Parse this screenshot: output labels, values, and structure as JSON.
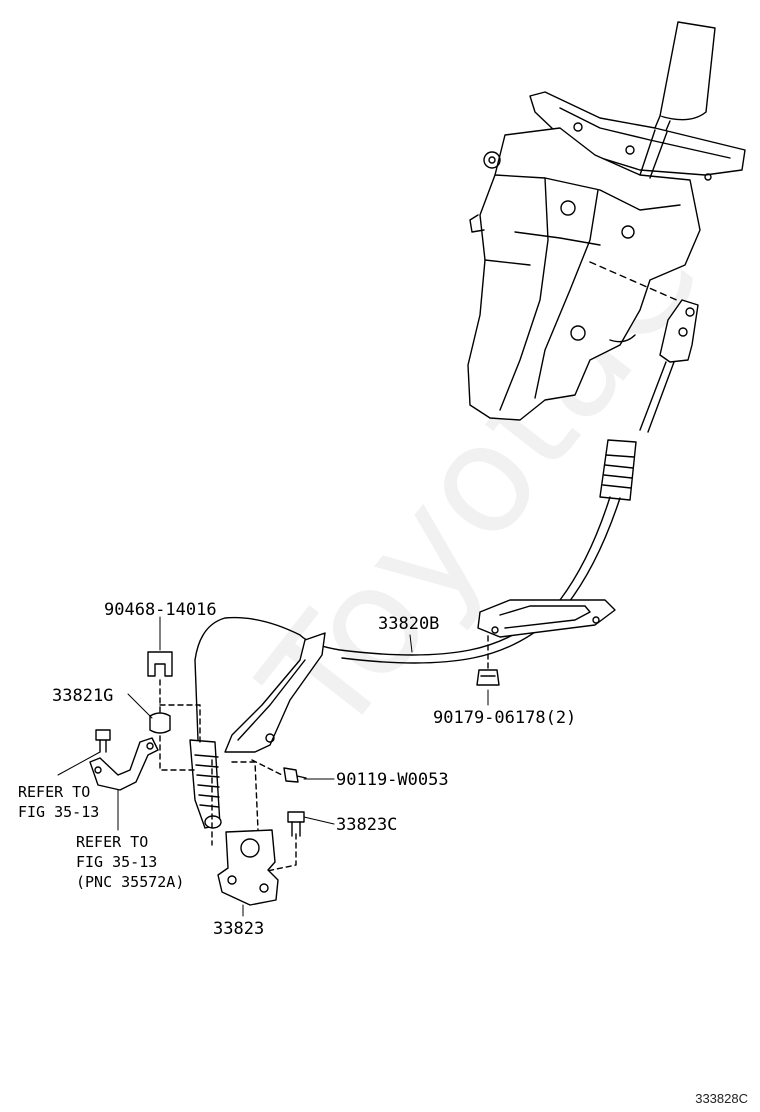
{
  "watermark": "ToyotaC",
  "figure_id": "333828C",
  "callouts": {
    "grommet": "90468-14016",
    "cable": "33820B",
    "bushing": "33821G",
    "nut": "90179-06178(2)",
    "bolt_small": "90119-W0053",
    "bolt": "33823C",
    "bracket": "33823"
  },
  "notes": {
    "refer_1": [
      "REFER TO",
      "FIG 35-13"
    ],
    "refer_2": [
      "REFER TO",
      "FIG 35-13",
      "(PNC 35572A)"
    ]
  }
}
